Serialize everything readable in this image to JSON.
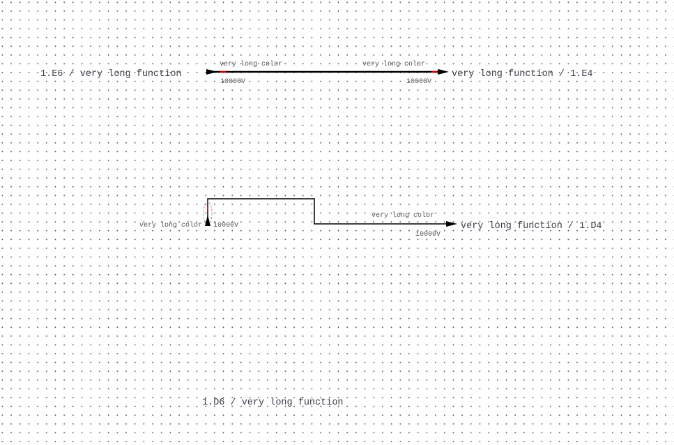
{
  "connections": [
    {
      "source": "1.E6 / very long function",
      "target": "very long function / 1.E4",
      "start_color_label": "very long color",
      "end_color_label": "very long color",
      "start_voltage": "10000V",
      "end_voltage": "10000V"
    },
    {
      "target": "very long function / 1.D4",
      "start_color_label": "very long color",
      "end_color_label": "very long color",
      "start_voltage": "10000V",
      "end_voltage": "10000V"
    }
  ],
  "unconnected_label": "1.D6 / very long function",
  "colors": {
    "wire": "#000000",
    "marker": "#e00000",
    "text": "#3a3f4a"
  }
}
